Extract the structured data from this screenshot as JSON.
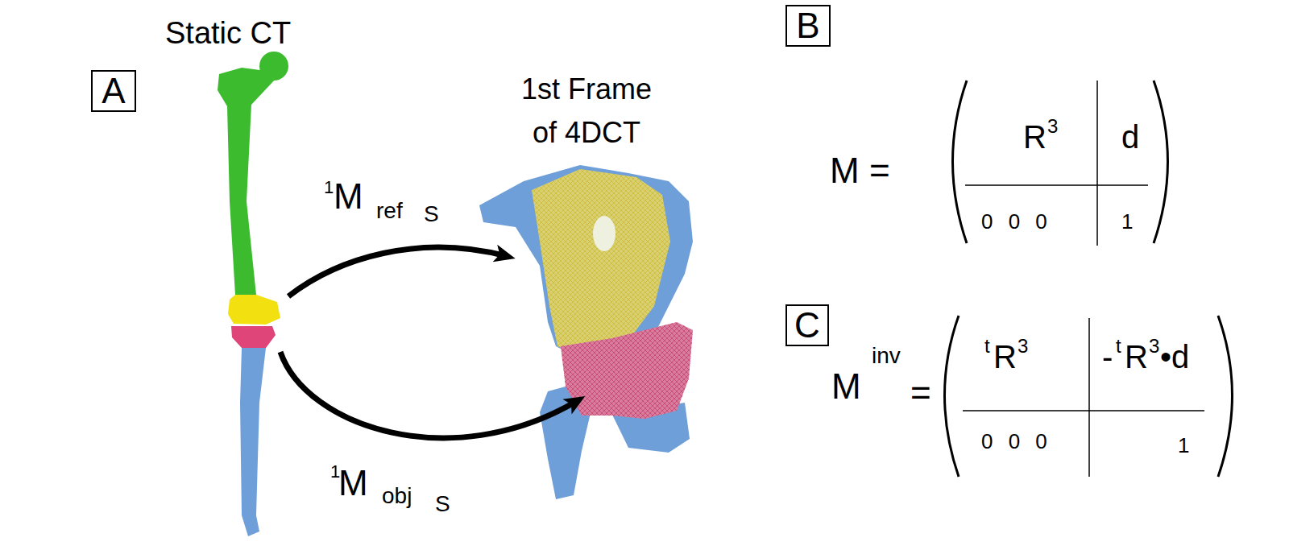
{
  "diagram": {
    "nodes": [
      {
        "text": [
          "A"
        ]
      },
      {
        "text": [
          "B"
        ]
      },
      {
        "text": [
          "C"
        ]
      }
    ],
    "labels": [
      "Static CT",
      "1st Frame of 4DCT",
      "1",
      "M",
      "ref",
      "S",
      "1",
      "M",
      "obj",
      "S",
      "M =",
      "R",
      "3",
      "d",
      "0 0 0",
      "1",
      "M",
      "inv",
      "=",
      "t",
      "R",
      "3",
      "-",
      "t",
      "R",
      "3",
      "•d",
      "0 0 0",
      "1"
    ]
  }
}
